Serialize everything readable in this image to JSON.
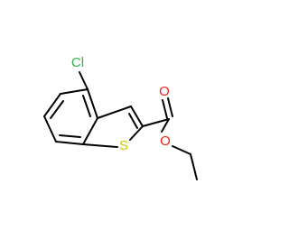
{
  "molecule": {
    "atoms": {
      "chlorine": {
        "symbol": "Cl",
        "color": "#33b24c"
      },
      "sulfur": {
        "symbol": "S",
        "color": "#cccc00"
      },
      "oxygen_carbonyl": {
        "symbol": "O",
        "color": "#e8251f"
      },
      "oxygen_ester": {
        "symbol": "O",
        "color": "#e8251f"
      }
    },
    "bond_color": "#000000"
  }
}
